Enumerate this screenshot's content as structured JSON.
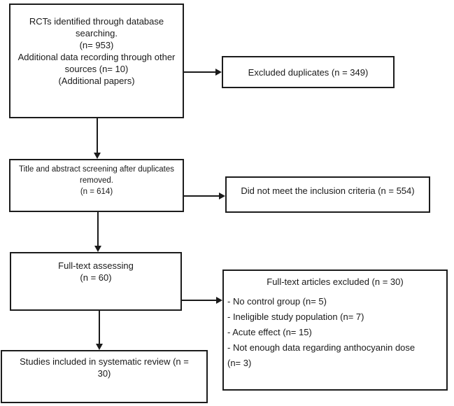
{
  "colors": {
    "background": "#ffffff",
    "box_border": "#1c1c1c",
    "text": "#1a1a1a",
    "arrow": "#1a1a1a"
  },
  "boxes": {
    "identification": {
      "lines": [
        "RCTs identified through database",
        "searching.",
        "(n= 953)",
        "Additional data recording through other",
        "sources (n= 10)",
        "(Additional papers)"
      ]
    },
    "excluded_duplicates": {
      "lines": [
        "Excluded duplicates (n = 349)"
      ]
    },
    "screening": {
      "lines": [
        "Title and abstract screening after duplicates",
        "removed.",
        "(n = 614)"
      ]
    },
    "did_not_meet": {
      "lines": [
        "Did not meet the inclusion criteria (n = 554)"
      ]
    },
    "fulltext_assessing": {
      "lines": [
        "Full-text assessing",
        "(n = 60)"
      ]
    },
    "fulltext_excluded": {
      "heading": "Full-text articles excluded (n = 30)",
      "items": [
        "- No control group (n= 5)",
        "- Ineligible study population (n= 7)",
        "- Acute effect (n= 15)",
        "- Not enough data regarding anthocyanin dose",
        "(n= 3)"
      ]
    },
    "included": {
      "lines": [
        "Studies included in systematic review (n =",
        "30)"
      ]
    }
  }
}
